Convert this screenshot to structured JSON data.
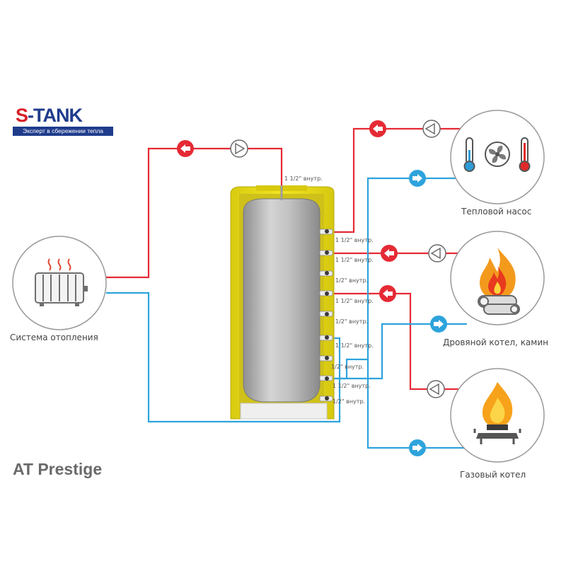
{
  "logo": {
    "brand_prefix": "S",
    "brand_rest": "-TANK",
    "tagline": "Эксперт в сбережении тепла"
  },
  "product_title": "AT Prestige",
  "devices": {
    "heating_system": "Система отопления",
    "heat_pump": "Тепловой насос",
    "wood_boiler": "Дровяной котел, камин",
    "gas_boiler": "Газовый котел"
  },
  "ports": {
    "top": "1 1/2\" внутр.",
    "p1": "1 1/2\" внутр.",
    "p2": "1 1/2\" внутр.",
    "p3": "1/2\" внутр.",
    "p4": "1 1/2\" внутр.",
    "p5": "1/2\" внутр.",
    "p6": "1 1/2\" внутр.",
    "p7": "1/2\" внутр.",
    "p8": "1 1/2\" внутр.",
    "p9": "1/2\" внутр."
  },
  "colors": {
    "hot_line": "#e52a35",
    "cold_line": "#2ea3dc",
    "insulation": "#f0e21d",
    "tank": "#b9b9b9",
    "logo_blue": "#1f3c8c"
  },
  "icons": [
    "radiator-icon",
    "thermometer-cold-icon",
    "fan-icon",
    "thermometer-hot-icon",
    "fire-wood-icon",
    "gas-flame-icon",
    "pump-icon",
    "arrow-left-icon",
    "arrow-right-icon"
  ]
}
